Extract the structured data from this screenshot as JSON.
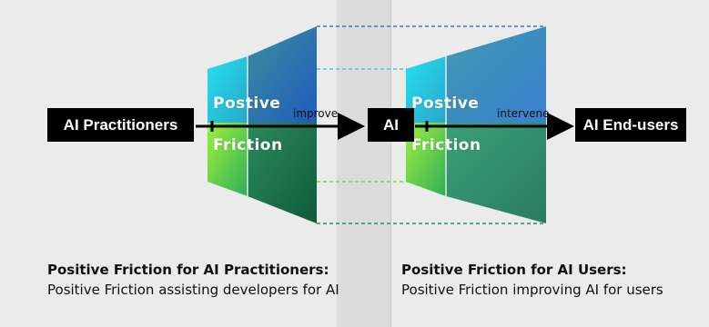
{
  "nodes": {
    "practitioners": "AI Practitioners",
    "ai": "AI",
    "end_users": "AI End-users"
  },
  "edges": {
    "improve": "improve",
    "intervene": "intervene"
  },
  "panels": {
    "left": {
      "line1": "Postive",
      "line2": "Friction"
    },
    "right": {
      "line1": "Postive",
      "line2": "Friction"
    }
  },
  "captions": {
    "left": {
      "title": "Positive Friction for AI Practitioners:",
      "desc": "Positive Friction assisting developers for AI"
    },
    "right": {
      "title": "Positive Friction for AI Users:",
      "desc": "Positive Friction improving AI for users"
    }
  },
  "colors": {
    "node_bg": "#000000",
    "guide_blue": "#3a79c9",
    "guide_cyan": "#45c9d6",
    "guide_lightgreen": "#7fd84a",
    "guide_darkgreen": "#2f8f5a",
    "background": "#ebebeb"
  }
}
